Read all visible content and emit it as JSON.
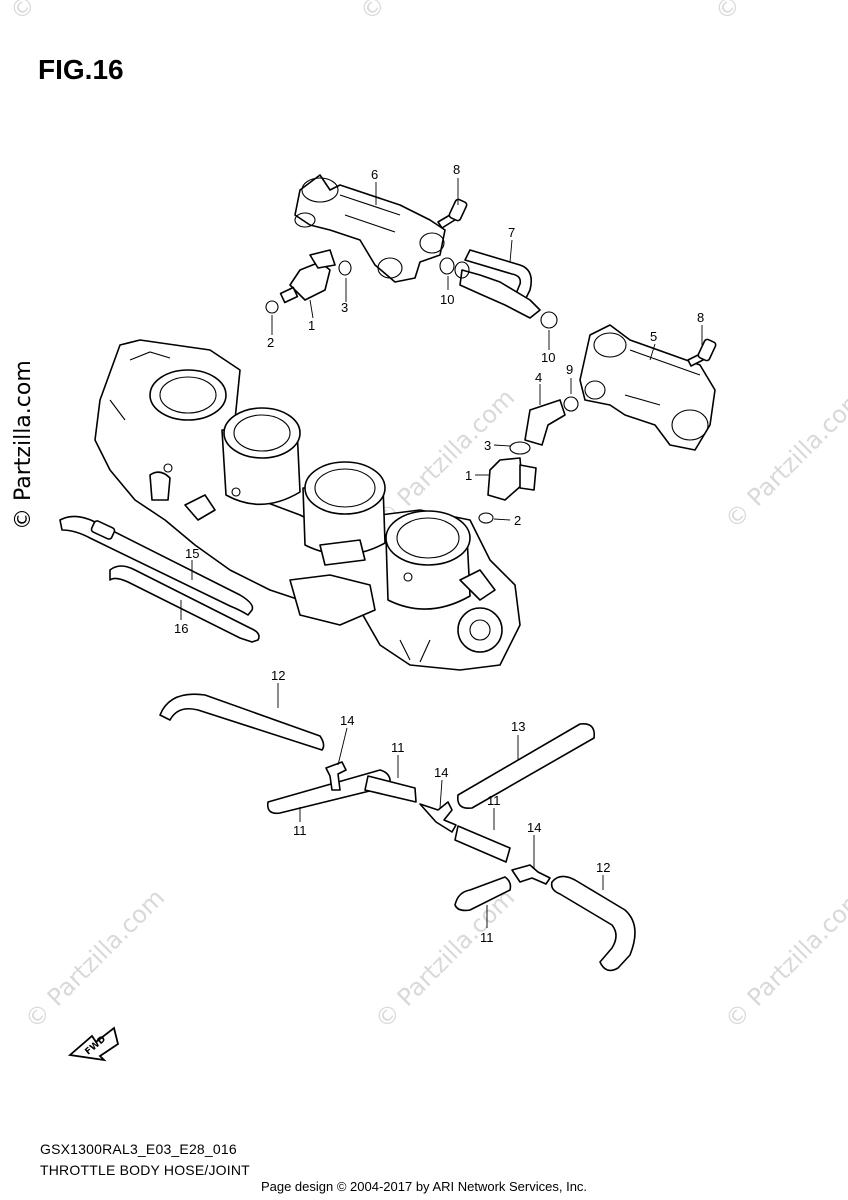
{
  "figure": {
    "title": "FIG.16"
  },
  "footer": {
    "code": "GSX1300RAL3_E03_E28_016",
    "name": "THROTTLE BODY HOSE/JOINT",
    "credit": "Page design © 2004-2017 by ARI Network Services, Inc."
  },
  "watermark": {
    "text": "© Partzilla.com",
    "side_text": "© Partzilla.com"
  },
  "fwd_label": "FWD",
  "callouts": {
    "c1a": "1",
    "c1b": "1",
    "c2a": "2",
    "c2b": "2",
    "c3a": "3",
    "c3b": "3",
    "c4": "4",
    "c5": "5",
    "c6": "6",
    "c7": "7",
    "c8a": "8",
    "c8b": "8",
    "c9": "9",
    "c10a": "10",
    "c10b": "10",
    "c11a": "11",
    "c11b": "11",
    "c11c": "11",
    "c11d": "11",
    "c12a": "12",
    "c12b": "12",
    "c13": "13",
    "c14a": "14",
    "c14b": "14",
    "c14c": "14",
    "c15": "15",
    "c16": "16"
  }
}
